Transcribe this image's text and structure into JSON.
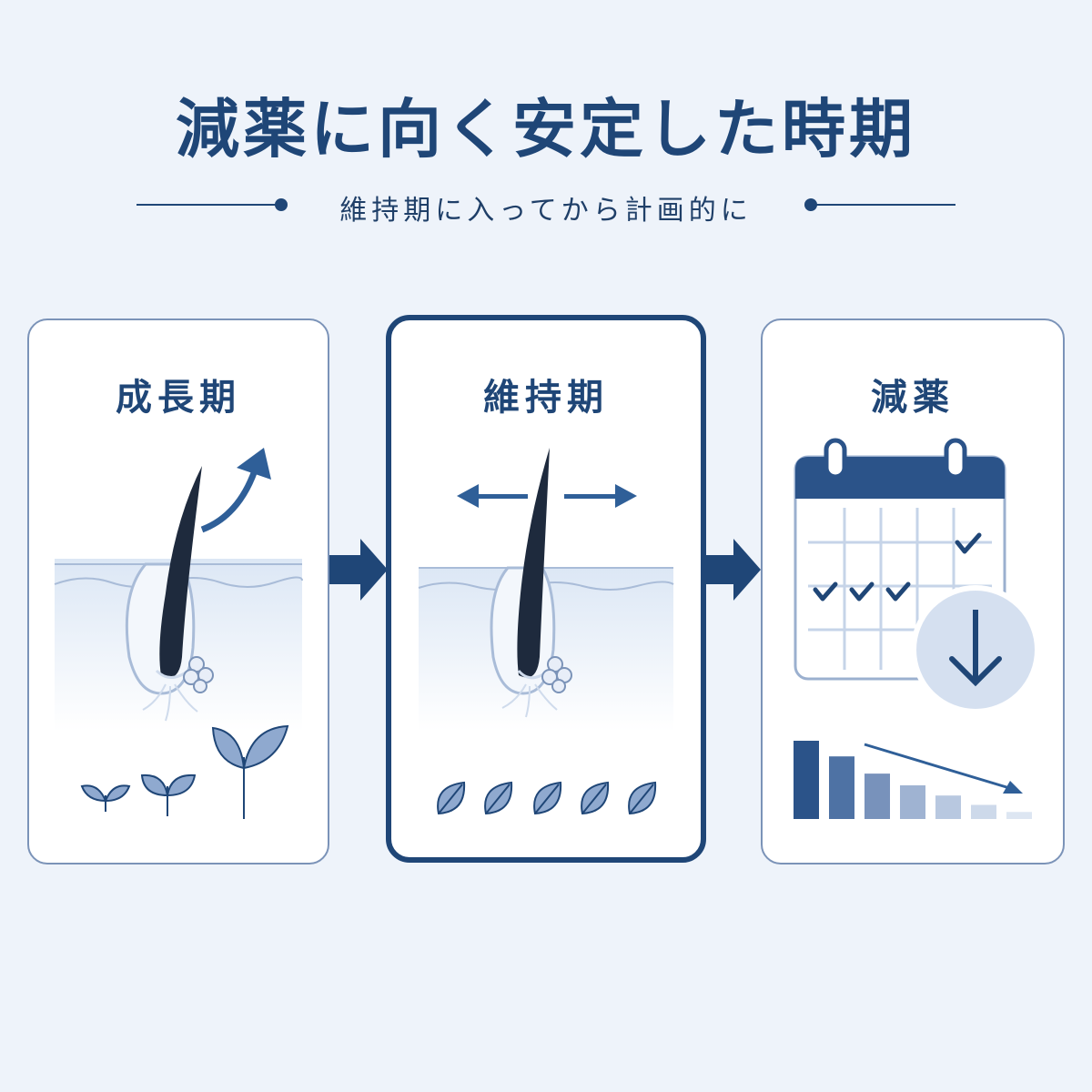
{
  "header": {
    "title": "減薬に向く安定した時期",
    "subtitle": "維持期に入ってから計画的に"
  },
  "stages": [
    {
      "id": "growth",
      "label": "成長期",
      "active": false,
      "icons": [
        "hair-follicle-icon",
        "up-arrow-icon",
        "sprout-icon"
      ]
    },
    {
      "id": "maintenance",
      "label": "維持期",
      "active": true,
      "icons": [
        "hair-follicle-icon",
        "double-arrow-icon",
        "leaf-icon"
      ]
    },
    {
      "id": "reduction",
      "label": "減薬",
      "active": false,
      "icons": [
        "calendar-icon",
        "checkmark-icon",
        "down-arrow-icon",
        "decreasing-bars-icon"
      ]
    }
  ],
  "reduction_chart": {
    "type": "bar",
    "trend": "decreasing",
    "values": [
      100,
      80,
      58,
      43,
      30,
      18,
      9
    ]
  },
  "colors": {
    "primary": "#1f4677",
    "border": "#7b93b8",
    "background": "#eef3fa",
    "card": "#ffffff",
    "skin": "#dce7f5",
    "hair": "#1e2a3d"
  }
}
